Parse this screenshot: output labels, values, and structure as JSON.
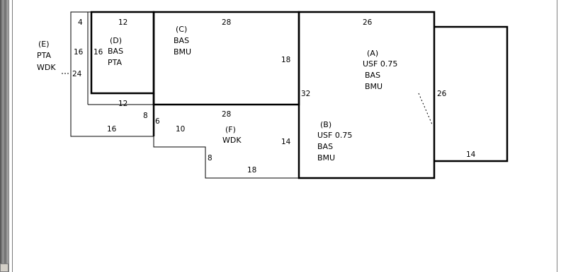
{
  "colors": {
    "line": "#000000",
    "background": "#ffffff"
  },
  "areas": {
    "A": {
      "id": "(A)",
      "lines": [
        "USF 0.75",
        "BAS",
        "BMU"
      ]
    },
    "B": {
      "id": "(B)",
      "lines": [
        "USF 0.75",
        "BAS",
        "BMU"
      ]
    },
    "C": {
      "id": "(C)",
      "lines": [
        "BAS",
        "BMU"
      ]
    },
    "D": {
      "id": "(D)",
      "lines": [
        "BAS",
        "PTA"
      ]
    },
    "E": {
      "id": "(E)",
      "lines": [
        "PTA",
        "WDK"
      ]
    },
    "F": {
      "id": "(F)",
      "lines": [
        "WDK"
      ]
    }
  },
  "dimensions": {
    "e_top": "4",
    "e_left": "16",
    "e_lower": "24",
    "d_top": "12",
    "d_left": "16",
    "d_bottom": "12",
    "c_top": "28",
    "c_right": "18",
    "a_top": "26",
    "a_left": "32",
    "a_right": "26",
    "ext_bottom": "14",
    "f_top": "28",
    "f_right": "14",
    "f_bottom": "18",
    "f_left_lower": "8",
    "six": "6",
    "ten": "10",
    "eight": "8",
    "sixteen": "16"
  }
}
